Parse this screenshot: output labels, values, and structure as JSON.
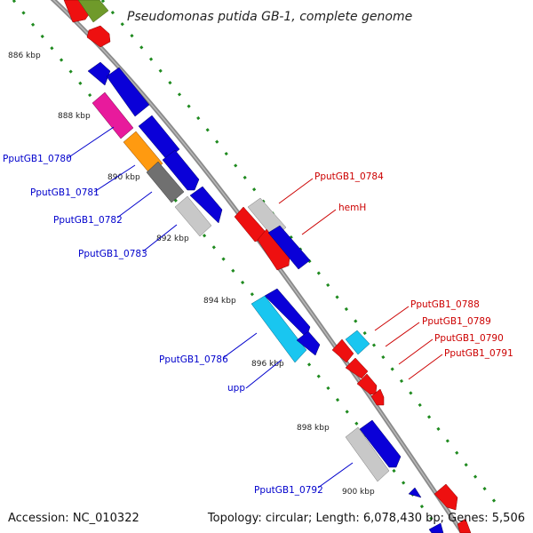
{
  "title": "Pseudomonas putida GB-1, complete genome",
  "footer": {
    "accession": "Accession: NC_010322",
    "topology": "Topology: circular; Length: 6,078,430 bp; Genes: 5,506"
  },
  "colors": {
    "backbone": "#8a8a8a",
    "tick": "#1f8a1f",
    "label_forward": "#0000cc",
    "label_reverse": "#cc0000",
    "gene_blue": "#0a00d8",
    "gene_red": "#ee1010",
    "gene_gray": "#c8c8c8",
    "gene_dark": "#707070",
    "gene_magenta": "#e81a9c",
    "gene_orange": "#ff9a10",
    "gene_cyan": "#19c6f0",
    "gene_olive": "#6f9a2a"
  },
  "ticks": [
    "886 kbp",
    "888 kbp",
    "890 kbp",
    "892 kbp",
    "894 kbp",
    "896 kbp",
    "898 kbp",
    "900 kbp"
  ],
  "labels_forward": [
    "PputGB1_0780",
    "PputGB1_0781",
    "PputGB1_0782",
    "PputGB1_0783",
    "PputGB1_0786",
    "upp",
    "PputGB1_0792"
  ],
  "labels_reverse": [
    "PputGB1_0784",
    "hemH",
    "PputGB1_0788",
    "PputGB1_0789",
    "PputGB1_0790",
    "PputGB1_0791"
  ]
}
